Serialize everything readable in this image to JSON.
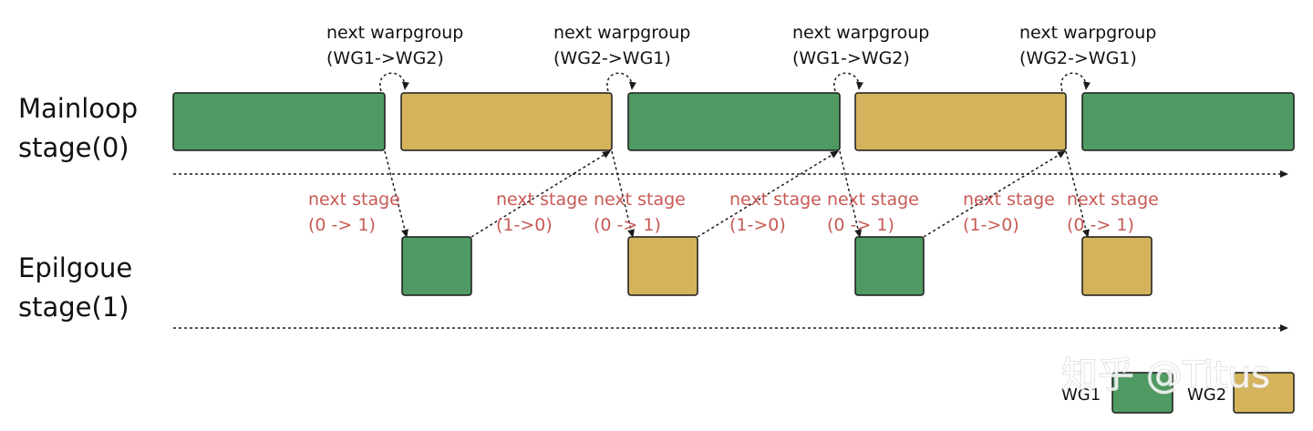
{
  "colors": {
    "wg1": "#4f9a62",
    "wg2": "#d4b35c",
    "stroke": "#1a1a1a",
    "note_red": "#c85a55"
  },
  "stages": {
    "mainloop": {
      "line1": "Mainloop",
      "line2": "stage(0)"
    },
    "epilogue": {
      "line1": "Epilgoue",
      "line2": "stage(1)"
    }
  },
  "top_notes": [
    {
      "line1": "next warpgroup",
      "line2": "(WG1->WG2)"
    },
    {
      "line1": "next warpgroup",
      "line2": "(WG2->WG1)"
    },
    {
      "line1": "next warpgroup",
      "line2": "(WG1->WG2)"
    },
    {
      "line1": "next warpgroup",
      "line2": "(WG2->WG1)"
    }
  ],
  "stage_notes": [
    {
      "line1": "next stage",
      "line2": "(0 -> 1)"
    },
    {
      "line1": "next stage",
      "line2": "(1->0)"
    },
    {
      "line1": "next stage",
      "line2": "(0 -> 1)"
    },
    {
      "line1": "next stage",
      "line2": "(1->0)"
    },
    {
      "line1": "next stage",
      "line2": "(0 -> 1)"
    },
    {
      "line1": "next stage",
      "line2": "(1->0)"
    },
    {
      "line1": "next stage",
      "line2": "(0 -> 1)"
    }
  ],
  "mainloop_blocks": [
    "WG1",
    "WG2",
    "WG1",
    "WG2",
    "WG1"
  ],
  "epilogue_blocks": [
    "WG1",
    "WG2",
    "WG1",
    "WG2"
  ],
  "legend": {
    "wg1": "WG1",
    "wg2": "WG2"
  },
  "watermark": "知乎 @Titus"
}
